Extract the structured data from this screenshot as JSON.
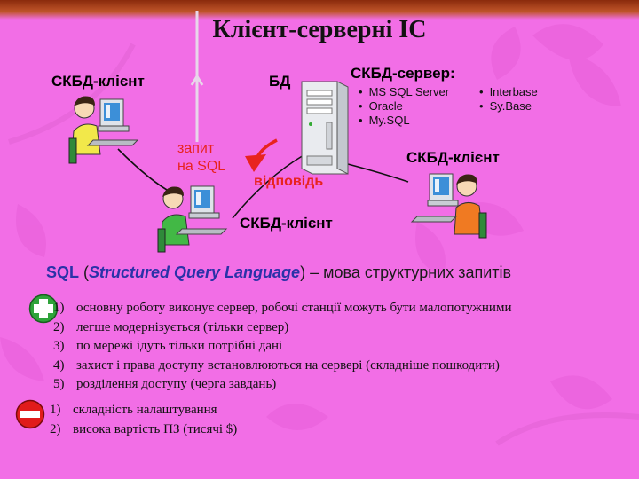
{
  "title": "Клієнт-серверні ІС",
  "labels": {
    "client_left": "СКБД-клієнт",
    "db": "БД",
    "server": "СКБД-сервер:",
    "query": "запит\nна SQL",
    "response": "відповідь",
    "client_right": "СКБД-клієнт",
    "client_bottom": "СКБД-клієнт"
  },
  "server_vendors_col1": [
    "MS SQL Server",
    "Oracle",
    "My.SQL"
  ],
  "server_vendors_col2": [
    "Interbase",
    "Sy.Base"
  ],
  "sql": {
    "acronym": "SQL",
    "open": " (",
    "expansion": "Structured Query Language",
    "close": ")",
    "rest": " – мова структурних запитів"
  },
  "pros": [
    {
      "n": "1)",
      "text": "основну роботу виконує сервер, робочі станції можуть бути малопотужними"
    },
    {
      "n": "2)",
      "text": "легше модернізується (тільки сервер)"
    },
    {
      "n": "3)",
      "text": "по мережі ідуть тільки потрібні дані"
    },
    {
      "n": "4)",
      "text": "захист і права доступу встановлюються на сервері (складніше пошкодити)"
    },
    {
      "n": "5)",
      "text": "розділення доступу (черга завдань)"
    }
  ],
  "cons": [
    {
      "n": "1)",
      "text": "складність налаштування"
    },
    {
      "n": "2)",
      "text": "висока вартість ПЗ (тисячі $)"
    }
  ],
  "icons": [
    "plus-icon",
    "minus-icon",
    "server-icon",
    "user-computer-icon"
  ],
  "colors": {
    "background": "#f26ee6",
    "accent_red": "#e8231f",
    "sql_blue": "#2a32a8"
  }
}
